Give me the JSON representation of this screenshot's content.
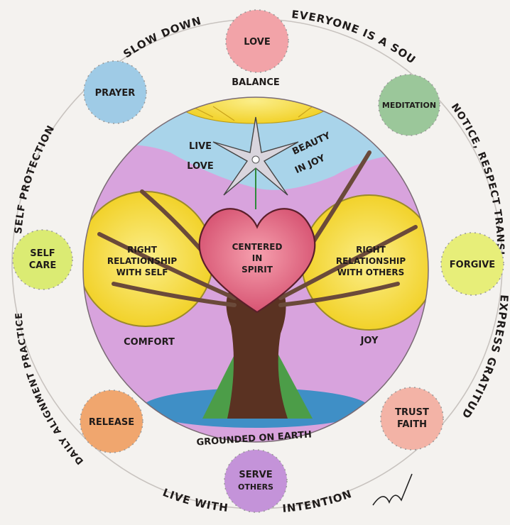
{
  "ring_text": {
    "top_left": "SLOW DOWN",
    "top_right": "EVERYONE IS A SOUL",
    "right_upper": "NOTICE, RESPECT TRANSITIONS",
    "right_lower": "EXPRESS GRATITUDE",
    "bottom_left": "LIVE WITH",
    "bottom_right": "INTENTION",
    "left_lower": "DAILY ALIGNMENT PRACTICE",
    "left_upper": "SELF PROTECTION"
  },
  "nodes": {
    "love": "LOVE",
    "meditation": "MEDITATION",
    "forgive": "FORGIVE",
    "trust_faith": [
      "TRUST",
      "FAITH"
    ],
    "serve_others": [
      "SERVE",
      "OTHERS"
    ],
    "release": "RELEASE",
    "self_care": [
      "SELF",
      "CARE"
    ],
    "prayer": "PRAYER"
  },
  "inner": {
    "balance": "BALANCE",
    "live_love": [
      "LIVE",
      "LOVE"
    ],
    "beauty_in_joy": [
      "BEAUTY",
      "IN JOY"
    ],
    "centered": [
      "CENTERED",
      "IN",
      "SPIRIT"
    ],
    "self_rel": [
      "RIGHT",
      "RELATIONSHIP",
      "WITH SELF"
    ],
    "others_rel": [
      "RIGHT",
      "RELATIONSHIP",
      "WITH OTHERS"
    ],
    "comfort": "COMFORT",
    "joy": "JOY",
    "grounded": "GROUNDED ON EARTH"
  },
  "signature": "Mr",
  "colors": {
    "love": "#f2a3a8",
    "meditation": "#9bc79a",
    "forgive": "#e7ee79",
    "trust_faith": "#f3b3a6",
    "serve_others": "#c493d9",
    "release": "#f0a66e",
    "self_care": "#dbeb73",
    "prayer": "#9fcbe6",
    "sky": "#a9d4ea",
    "purple": "#d8a3dd",
    "sun": "#f3de3c",
    "heart": "#e86d86",
    "trunk": "#5a3222",
    "green": "#4c9d48",
    "water": "#3f8fc6"
  }
}
